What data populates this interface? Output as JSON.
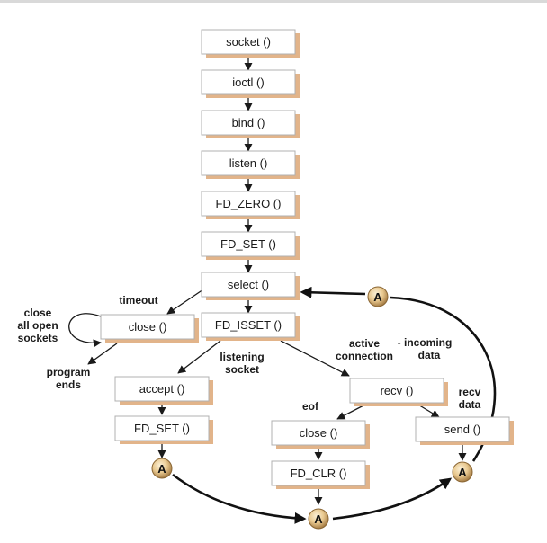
{
  "boxes": {
    "socket": "socket ()",
    "ioctl": "ioctl ()",
    "bind": "bind ()",
    "listen": "listen ()",
    "fd_zero": "FD_ZERO ()",
    "fd_set_top": "FD_SET ()",
    "select": "select ()",
    "fd_isset": "FD_ISSET ()",
    "close_left": "close ()",
    "accept": "accept ()",
    "fd_set_bottom": "FD_SET ()",
    "recv": "recv ()",
    "close_mid": "close ()",
    "fd_clr": "FD_CLR ()",
    "send": "send ()"
  },
  "labels": {
    "timeout": "timeout",
    "close_all": [
      "close",
      "all open",
      "sockets"
    ],
    "program_ends": [
      "program",
      "ends"
    ],
    "listening_socket": [
      "listening",
      "socket"
    ],
    "active_connection": [
      "active",
      "connection"
    ],
    "incoming_data": [
      "- incoming",
      "data"
    ],
    "eof": "eof",
    "recv_data": [
      "recv",
      "data"
    ]
  },
  "connector": "A",
  "colors": {
    "box_shadow": "#e2b48a",
    "connector_light": "#f2dfb5",
    "connector_dark": "#b88d52"
  }
}
